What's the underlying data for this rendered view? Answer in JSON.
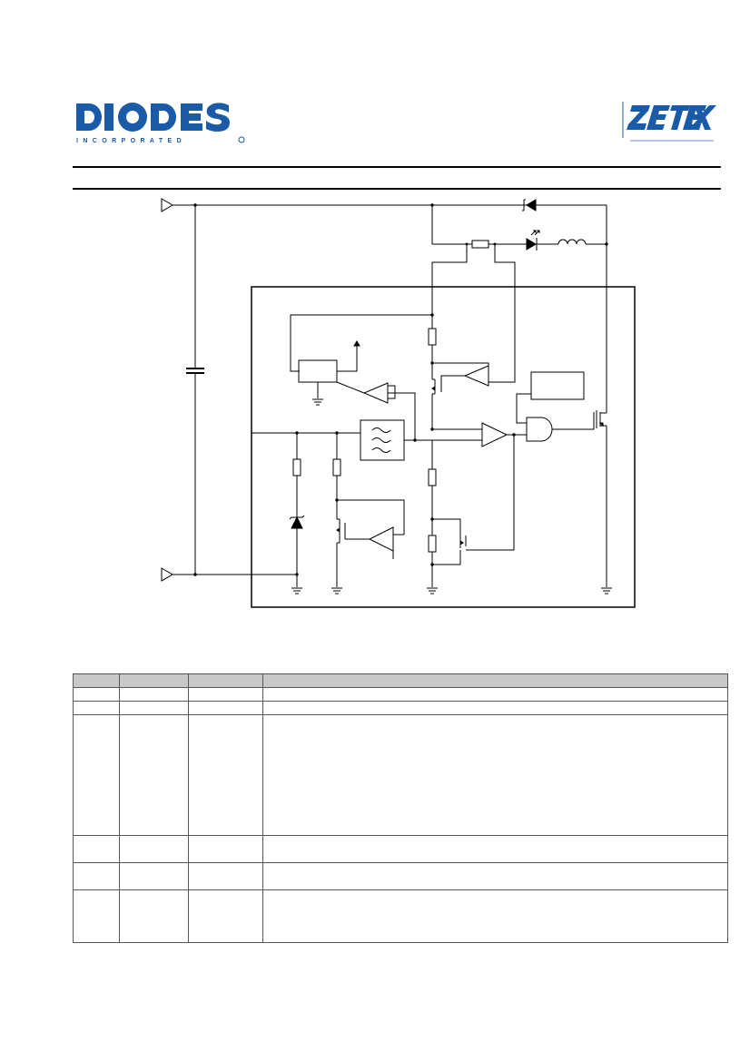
{
  "header": {
    "left_logo": {
      "brand": "DIODES",
      "sub": "I N C O R P O R A T E D",
      "color": "#1b5aa6"
    },
    "right_logo": {
      "brand": "ZETEX",
      "color": "#1b5aa6"
    }
  },
  "diagram": {
    "icons": [
      "input-terminal",
      "ground-terminal",
      "schottky-diode",
      "led",
      "inductor",
      "sense-resistor",
      "capacitor",
      "zener-diode",
      "resistor",
      "mosfet",
      "op-amp",
      "comparator",
      "and-gate",
      "oscillator",
      "ground"
    ]
  },
  "pin_table": {
    "header_fill": "#c8c8c8",
    "columns": [
      "",
      "",
      "",
      ""
    ],
    "rows": [
      {
        "cells": [
          "",
          "",
          "",
          ""
        ]
      },
      {
        "cells": [
          "",
          "",
          "",
          ""
        ]
      },
      {
        "cells": [
          "",
          "",
          "",
          ""
        ]
      },
      {
        "cells": [
          "",
          "",
          "",
          ""
        ]
      },
      {
        "cells": [
          "",
          "",
          "",
          ""
        ]
      },
      {
        "cells": [
          "",
          "",
          "",
          ""
        ]
      }
    ]
  }
}
